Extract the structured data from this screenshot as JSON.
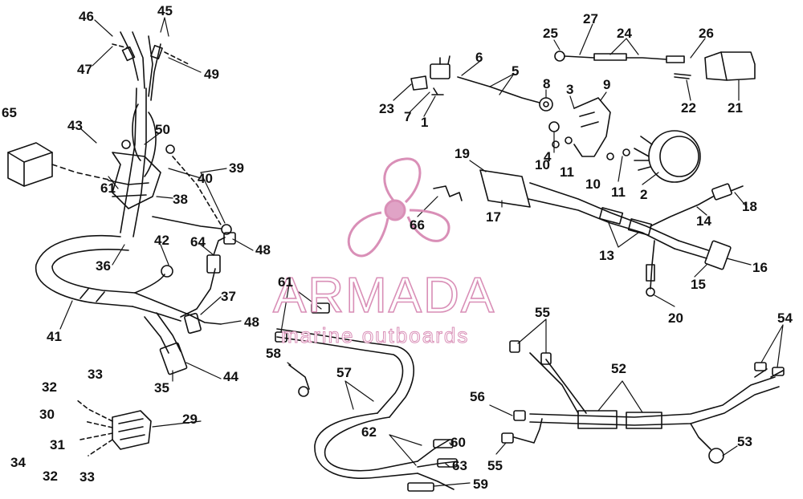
{
  "logo": {
    "wordmark": "ARMADA",
    "tagline": "marine outboards",
    "color": "#d98fb7"
  },
  "callouts": [
    {
      "id": "c45",
      "text": "45"
    },
    {
      "id": "c46",
      "text": "46"
    },
    {
      "id": "c47",
      "text": "47"
    },
    {
      "id": "c49",
      "text": "49"
    },
    {
      "id": "c65",
      "text": "65"
    },
    {
      "id": "c43",
      "text": "43"
    },
    {
      "id": "c50",
      "text": "50"
    },
    {
      "id": "c40",
      "text": "40"
    },
    {
      "id": "c39",
      "text": "39"
    },
    {
      "id": "c61",
      "text": "61"
    },
    {
      "id": "c38",
      "text": "38"
    },
    {
      "id": "c42",
      "text": "42"
    },
    {
      "id": "c64",
      "text": "64"
    },
    {
      "id": "c48a",
      "text": "48"
    },
    {
      "id": "c36",
      "text": "36"
    },
    {
      "id": "c37",
      "text": "37"
    },
    {
      "id": "c48b",
      "text": "48"
    },
    {
      "id": "c41",
      "text": "41"
    },
    {
      "id": "c35",
      "text": "35"
    },
    {
      "id": "c44",
      "text": "44"
    },
    {
      "id": "c33a",
      "text": "33"
    },
    {
      "id": "c32a",
      "text": "32"
    },
    {
      "id": "c30",
      "text": "30"
    },
    {
      "id": "c29",
      "text": "29"
    },
    {
      "id": "c31",
      "text": "31"
    },
    {
      "id": "c34",
      "text": "34"
    },
    {
      "id": "c32b",
      "text": "32"
    },
    {
      "id": "c33b",
      "text": "33"
    },
    {
      "id": "c6",
      "text": "6"
    },
    {
      "id": "c5",
      "text": "5"
    },
    {
      "id": "c8",
      "text": "8"
    },
    {
      "id": "c23",
      "text": "23"
    },
    {
      "id": "c7",
      "text": "7"
    },
    {
      "id": "c1",
      "text": "1"
    },
    {
      "id": "c3",
      "text": "3"
    },
    {
      "id": "c9",
      "text": "9"
    },
    {
      "id": "c4",
      "text": "4"
    },
    {
      "id": "c10a",
      "text": "10"
    },
    {
      "id": "c11a",
      "text": "11"
    },
    {
      "id": "c10b",
      "text": "10"
    },
    {
      "id": "c11b",
      "text": "11"
    },
    {
      "id": "c2",
      "text": "2"
    },
    {
      "id": "c25",
      "text": "25"
    },
    {
      "id": "c27",
      "text": "27"
    },
    {
      "id": "c24",
      "text": "24"
    },
    {
      "id": "c26",
      "text": "26"
    },
    {
      "id": "c22",
      "text": "22"
    },
    {
      "id": "c21",
      "text": "21"
    },
    {
      "id": "c19",
      "text": "19"
    },
    {
      "id": "c17",
      "text": "17"
    },
    {
      "id": "c66",
      "text": "66"
    },
    {
      "id": "c18",
      "text": "18"
    },
    {
      "id": "c14",
      "text": "14"
    },
    {
      "id": "c13",
      "text": "13"
    },
    {
      "id": "c16",
      "text": "16"
    },
    {
      "id": "c15",
      "text": "15"
    },
    {
      "id": "c20",
      "text": "20"
    },
    {
      "id": "c58",
      "text": "58"
    },
    {
      "id": "c57",
      "text": "57"
    },
    {
      "id": "c55a",
      "text": "55"
    },
    {
      "id": "c54",
      "text": "54"
    },
    {
      "id": "c52",
      "text": "52"
    },
    {
      "id": "c56",
      "text": "56"
    },
    {
      "id": "c53",
      "text": "53"
    },
    {
      "id": "c55b",
      "text": "55"
    },
    {
      "id": "c62",
      "text": "62"
    },
    {
      "id": "c60",
      "text": "60"
    },
    {
      "id": "c63",
      "text": "63"
    },
    {
      "id": "c59",
      "text": "59"
    }
  ]
}
